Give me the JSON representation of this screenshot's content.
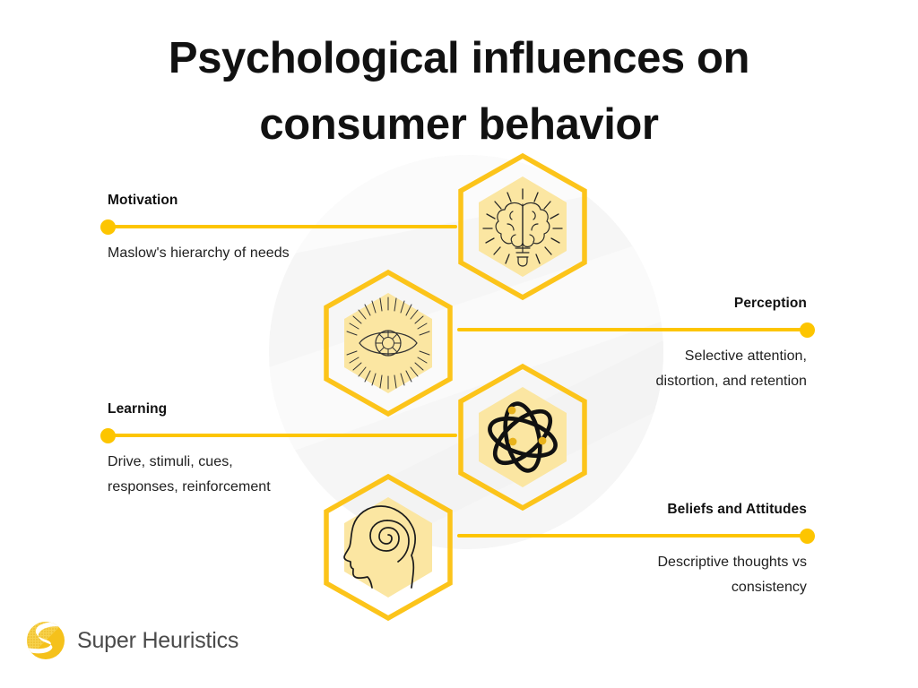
{
  "title": {
    "line1": "Psychological influences on",
    "line2": "consumer behavior"
  },
  "colors": {
    "accent_yellow": "#FDC500",
    "hex_outline": "#FCC41A",
    "hex_fill": "#FBE6A2",
    "background": "#FFFFFF",
    "watermark_gray": "#F5F5F5",
    "text_dark": "#111111",
    "logo_text": "#4A4A4A"
  },
  "items": [
    {
      "id": "motivation",
      "side": "left",
      "label": "Motivation",
      "description": "Maslow's hierarchy of needs",
      "icon": "brain-lightbulb-icon"
    },
    {
      "id": "perception",
      "side": "right",
      "label": "Perception",
      "description": "Selective attention,\ndistortion, and retention",
      "description_line1": "Selective attention,",
      "description_line2": "distortion, and retention",
      "icon": "eye-rays-icon"
    },
    {
      "id": "learning",
      "side": "left",
      "label": "Learning",
      "description": "Drive, stimuli, cues,\nresponses, reinforcement",
      "description_line1": "Drive, stimuli, cues,",
      "description_line2": "responses, reinforcement",
      "icon": "atom-icon"
    },
    {
      "id": "beliefs-and-attitudes",
      "side": "right",
      "label": "Beliefs and Attitudes",
      "description": "Descriptive thoughts vs\nconsistency",
      "description_line1": "Descriptive thoughts vs",
      "description_line2": "consistency",
      "icon": "head-spiral-icon"
    }
  ],
  "logo": {
    "name": "Super Heuristics",
    "mark": "super-heuristics-logo-mark"
  }
}
